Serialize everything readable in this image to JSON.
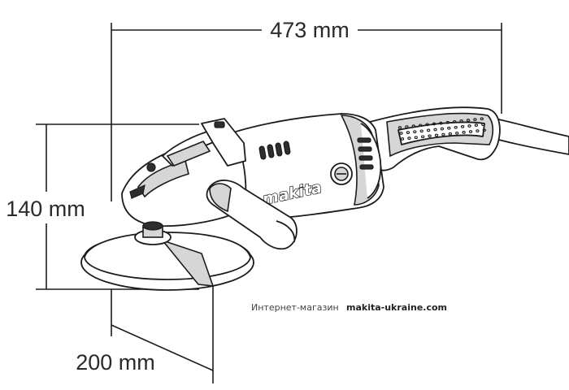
{
  "dimensions": {
    "length": "473 mm",
    "height": "140 mm",
    "disc": "200 mm"
  },
  "tool": {
    "brand": "makita"
  },
  "shop": {
    "label": "Интернет-магазин",
    "url": "makita-ukraine.com"
  }
}
